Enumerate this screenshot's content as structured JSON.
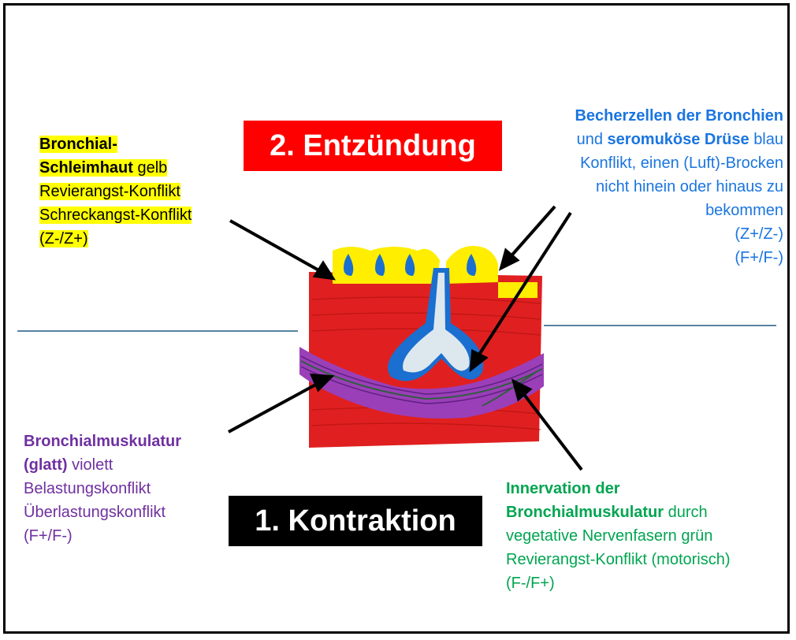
{
  "labels": {
    "entzuendung": "2. Entzündung",
    "kontraktion": "1. Kontraktion"
  },
  "schleimhaut": {
    "title1": "Bronchial-",
    "title2": "Schleimhaut",
    "color_word": "gelb",
    "line1": "Revierangst-Konflikt",
    "line2": "Schreckangst-Konflikt",
    "line3": "(Z-/Z+)"
  },
  "becherzellen": {
    "title": "Becherzellen der Bronchien",
    "und": "und",
    "druese": "seromuköse Drüse",
    "color_word": "blau",
    "line1": "Konflikt, einen (Luft)-Brocken",
    "line2": "nicht hinein oder hinaus zu",
    "line3": "bekommen",
    "line4": "(Z+/Z-)",
    "line5": "(F+/F-)"
  },
  "muskulatur": {
    "title1": "Bronchialmuskulatur",
    "title2": "(glatt)",
    "color_word": "violett",
    "line1": "Belastungskonflikt",
    "line2": "Überlastungskonflikt",
    "line3": "(F+/F-)"
  },
  "innervation": {
    "title1": "Innervation der",
    "title2": "Bronchialmuskulatur",
    "durch": "durch",
    "line1": "vegetative Nervenfasern grün",
    "line2": "Revierangst-Konflikt (motorisch)",
    "line3": "(F-/F+)"
  },
  "colors": {
    "yellow": "#ffff00",
    "blue": "#1a75e0",
    "violet": "#7030a0",
    "green": "#00a550",
    "red": "#ff0000",
    "tissue_red": "#e02020"
  }
}
